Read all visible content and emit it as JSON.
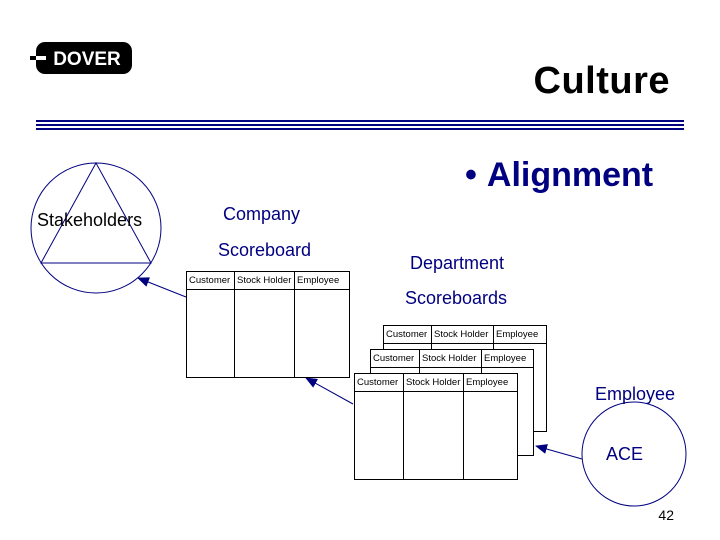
{
  "header": {
    "logo_text": "DOVER",
    "title": "Culture"
  },
  "bullet": {
    "marker": "•",
    "text": "Alignment"
  },
  "diagram": {
    "stakeholders_label": "Stakeholders",
    "company_label_line1": "Company",
    "company_label_line2": "Scoreboard",
    "department_label_line1": "Department",
    "department_label_line2": "Scoreboards",
    "employee_label": "Employee",
    "ace_label": "ACE",
    "columns": [
      "Customer",
      "Stock Holder",
      "Employee"
    ]
  },
  "footer": {
    "page_number": "42"
  }
}
